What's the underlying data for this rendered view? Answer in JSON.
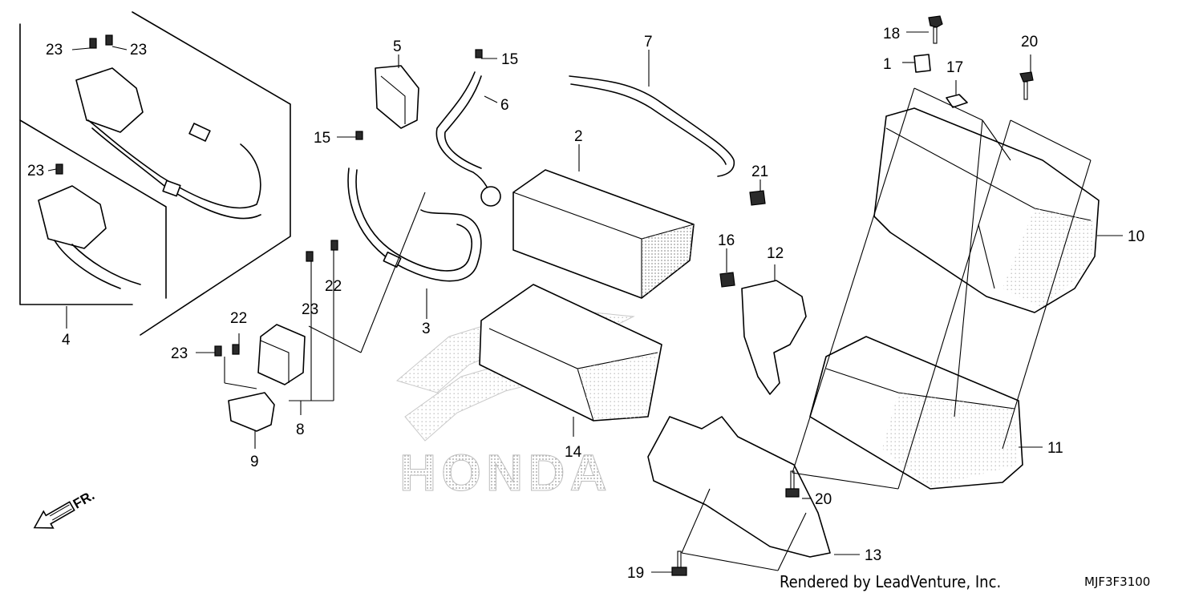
{
  "diagram": {
    "callouts": {
      "c1": "1",
      "c2": "2",
      "c3": "3",
      "c4": "4",
      "c5": "5",
      "c6": "6",
      "c7": "7",
      "c8": "8",
      "c9": "9",
      "c10": "10",
      "c11": "11",
      "c12": "12",
      "c13": "13",
      "c14": "14",
      "c15a": "15",
      "c15b": "15",
      "c16": "16",
      "c17": "17",
      "c18": "18",
      "c19": "19",
      "c20a": "20",
      "c20b": "20",
      "c21": "21",
      "c22a": "22",
      "c22b": "22",
      "c23a": "23",
      "c23b": "23",
      "c23c": "23",
      "c23d": "23",
      "c23e": "23"
    },
    "direction_label": "FR.",
    "watermark": "HONDA",
    "credit": "Rendered by LeadVenture, Inc.",
    "diagram_code": "MJF3F3100"
  }
}
